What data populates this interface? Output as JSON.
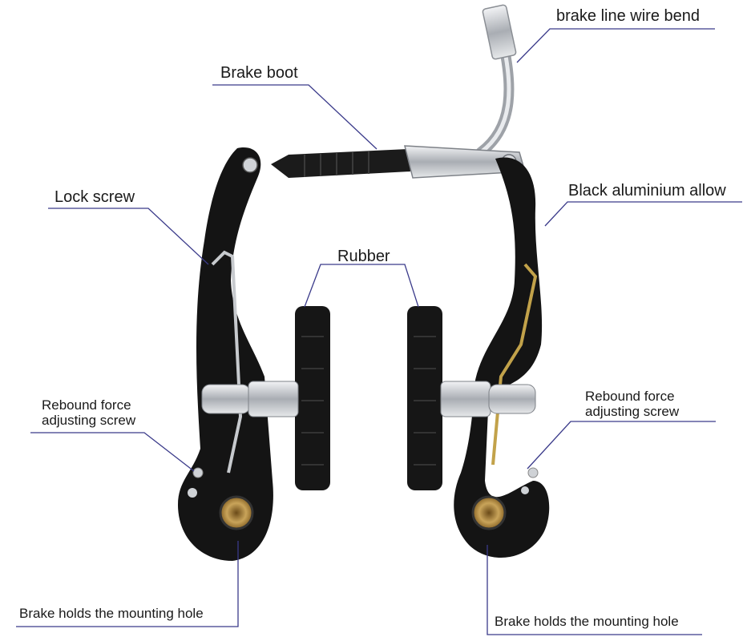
{
  "labels": {
    "wire_bend": "brake line wire bend",
    "brake_boot": "Brake boot",
    "lock_screw": "Lock screw",
    "aluminium": "Black aluminium allow",
    "rubber": "Rubber",
    "rebound_left_1": "Rebound force",
    "rebound_left_2": "adjusting screw",
    "rebound_right_1": "Rebound force",
    "rebound_right_2": "adjusting screw",
    "mount_left": "Brake holds the mounting hole",
    "mount_right": "Brake holds the mounting hole"
  },
  "colors": {
    "leader": "#3a3a8a",
    "arm": "#141414",
    "metal": "#c9ccd1",
    "brass": "#b08a3a"
  }
}
